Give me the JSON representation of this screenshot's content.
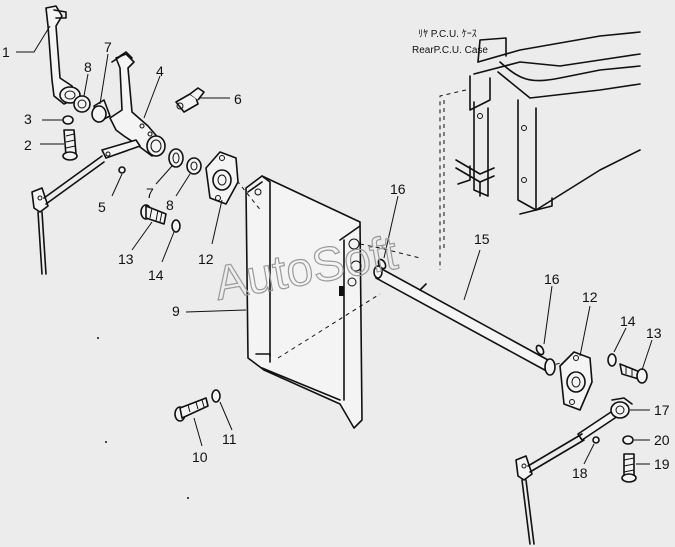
{
  "caption": {
    "line1": "ﾘﾔ P.C.U. ｹｰｽ",
    "line2": "RearP.C.U. Case"
  },
  "watermark": "AutoSoft",
  "callouts": [
    "1",
    "2",
    "3",
    "4",
    "5",
    "6",
    "7",
    "7",
    "8",
    "8",
    "9",
    "10",
    "11",
    "12",
    "12",
    "13",
    "13",
    "14",
    "14",
    "15",
    "16",
    "16",
    "17",
    "18",
    "19",
    "20"
  ]
}
